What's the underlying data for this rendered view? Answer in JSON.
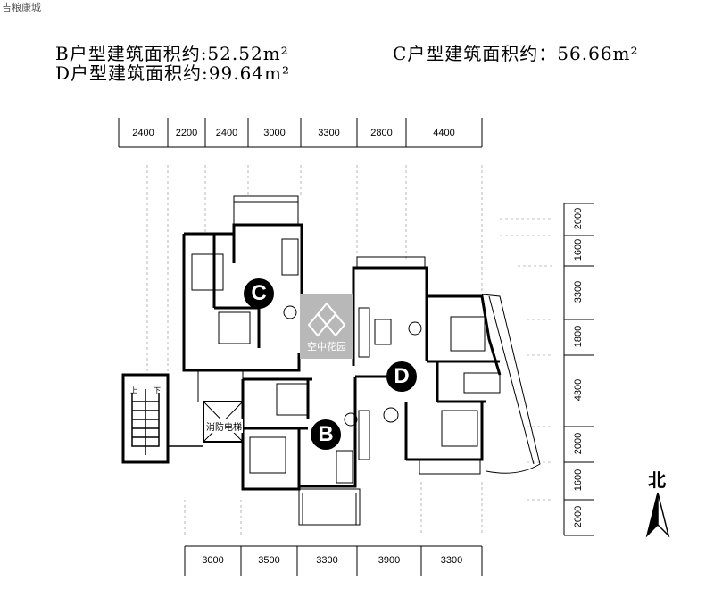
{
  "watermark": "吉粮康城",
  "areas": {
    "b": "B户型建筑面积约:52.52m²",
    "c": "C户型建筑面积约：56.66m²",
    "d": "D户型建筑面积约:99.64m²"
  },
  "dims_top": [
    "2400",
    "2200",
    "2400",
    "3000",
    "3300",
    "2800",
    "4400"
  ],
  "dims_bottom": [
    "3000",
    "3500",
    "3300",
    "3900",
    "3300"
  ],
  "dims_right": [
    "2000",
    "1600",
    "3300",
    "1800",
    "4300",
    "2000",
    "1600",
    "2000"
  ],
  "units": {
    "c": "C",
    "d": "D",
    "b": "B"
  },
  "garden_label": "空中花园",
  "fire_label": "消防电梯",
  "stair": {
    "up": "上",
    "down": "下"
  },
  "north_label": "北"
}
